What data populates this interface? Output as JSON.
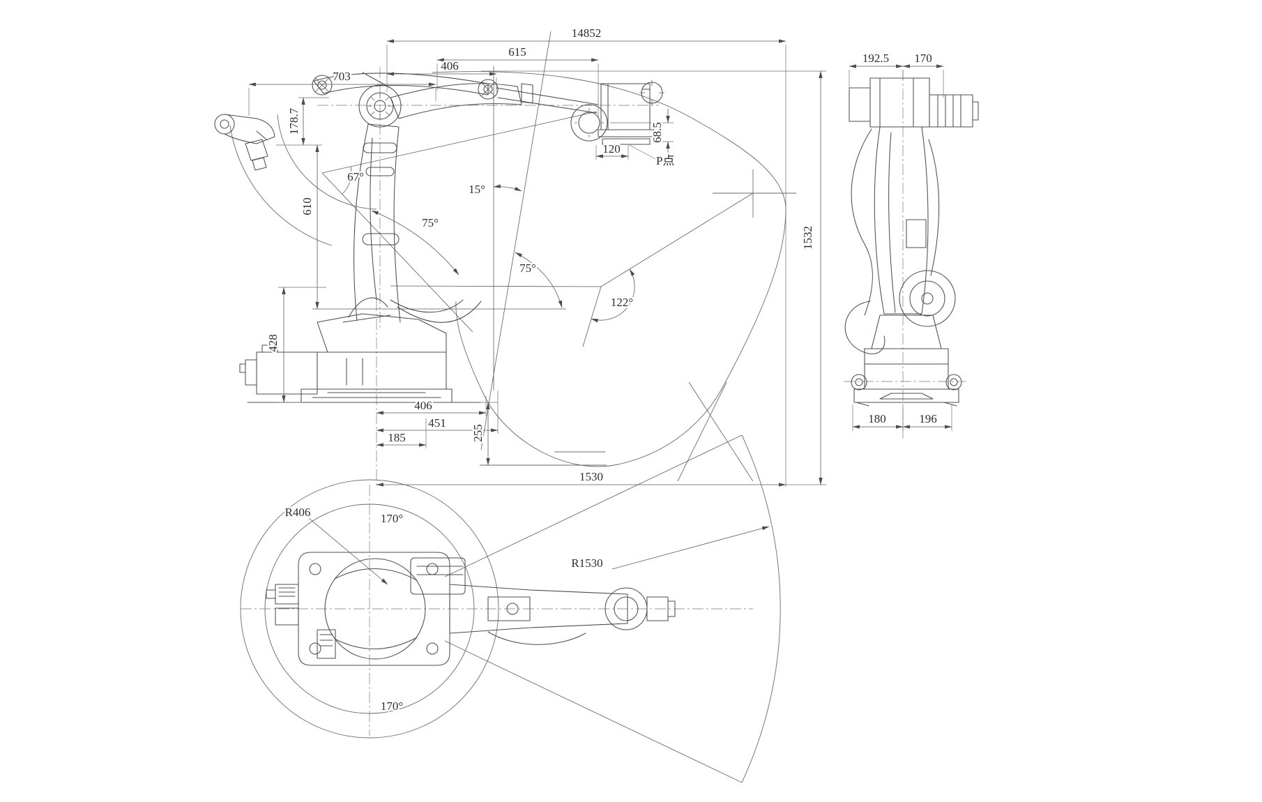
{
  "drawing": {
    "description": "Industrial 6-axis robot dimensional drawing with front view, side view and top view plus working envelope",
    "colors": {
      "background": "#ffffff",
      "lines": "#4c4c4c",
      "text": "#2d2d2d"
    },
    "front": {
      "w14852": "14852",
      "w615": "615",
      "w406t": "406",
      "w703": "703",
      "h178": "178.7",
      "h610": "610",
      "h428": "428",
      "a67": "67°",
      "a15": "15°",
      "a75u": "75°",
      "a75l": "75°",
      "a122": "122°",
      "w120": "120",
      "h68": "68.5",
      "ppoint": "P点",
      "w406b": "406",
      "w451": "451",
      "w185": "185",
      "h255": "255",
      "w1530": "1530",
      "h1532": "1532"
    },
    "side": {
      "w192": "192.5",
      "w170": "170",
      "w180": "180",
      "w196": "196"
    },
    "top": {
      "r406": "R406",
      "a170t": "170°",
      "r1530": "R1530",
      "a170b": "170°"
    }
  }
}
